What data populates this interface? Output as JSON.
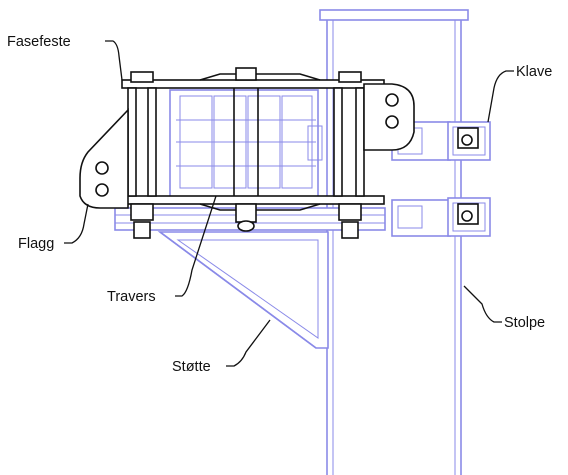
{
  "labels": {
    "fasefeste": "Fasefeste",
    "klave": "Klave",
    "flagg": "Flagg",
    "travers": "Travers",
    "stolpe": "Stolpe",
    "stotte": "Støtte"
  },
  "colors": {
    "component_blue": "#8a8ae8",
    "component_black": "#111111",
    "background": "#ffffff"
  }
}
